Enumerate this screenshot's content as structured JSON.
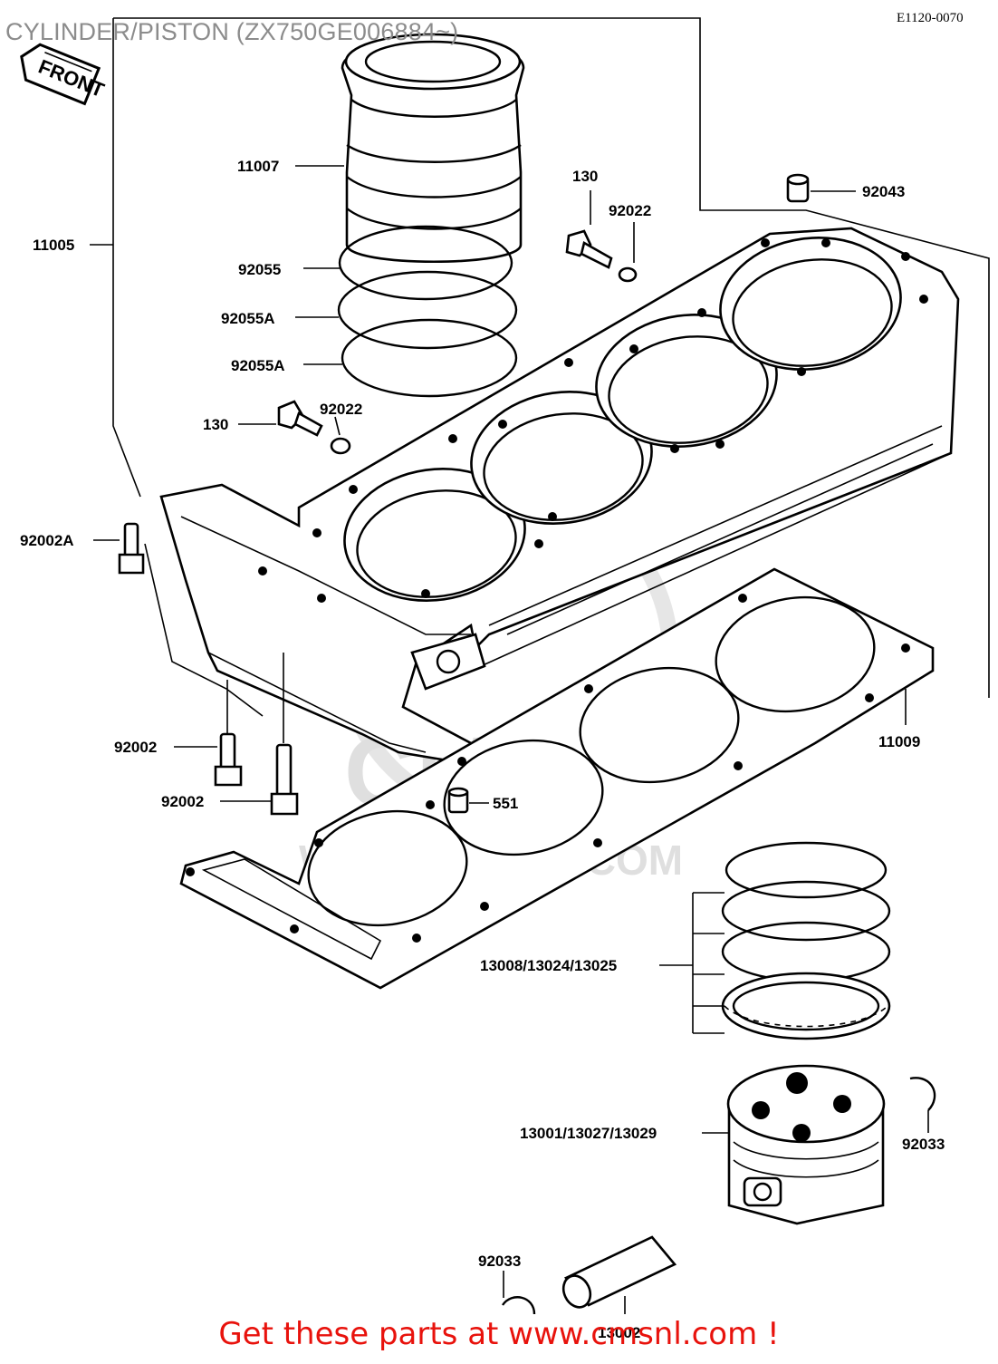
{
  "diagram": {
    "title": "CYLINDER/PISTON (ZX750GE006884~)",
    "drawing_code": "E1120-0070",
    "front_label": "FRONT",
    "watermark_logo": "CMS",
    "watermark_url": "WWW.CMSNL.COM",
    "footer": "Get these parts at www.cmsnl.com !",
    "footer_color": "#e8120c",
    "title_color": "#8c8c8c"
  },
  "callouts": {
    "c11007": "11007",
    "c11005": "11005",
    "c130_top": "130",
    "c92022_top": "92022",
    "c92043": "92043",
    "c92055": "92055",
    "c92055A_1": "92055A",
    "c92055A_2": "92055A",
    "c130_mid": "130",
    "c92022_mid": "92022",
    "c92002A": "92002A",
    "c92002_1": "92002",
    "c92002_2": "92002",
    "c11009": "11009",
    "c551": "551",
    "c13008": "13008/13024/13025",
    "c13001": "13001/13027/13029",
    "c92033_right": "92033",
    "c92033_left": "92033",
    "c13002": "13002"
  }
}
